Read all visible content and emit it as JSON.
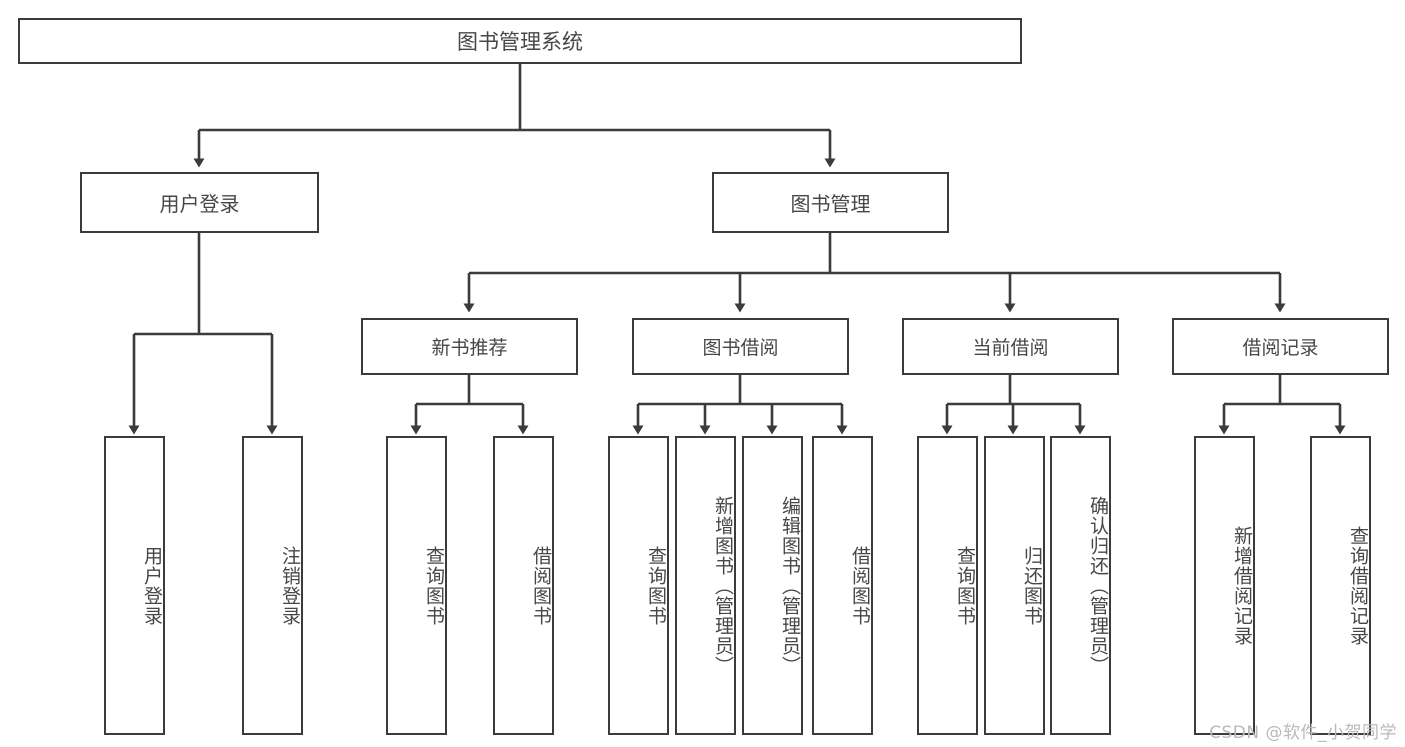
{
  "diagram": {
    "title": "图书管理系统",
    "type": "tree-hierarchy-diagram",
    "watermark": "CSDN @软件_小贺同学",
    "colors": {
      "border": "#3b3b3b",
      "text": "#474747",
      "background": "#ffffff",
      "watermark": "#b9b9b9"
    },
    "root": {
      "label": "图书管理系统"
    },
    "level1": [
      {
        "label": "用户登录"
      },
      {
        "label": "图书管理"
      }
    ],
    "level2": [
      {
        "label": "新书推荐"
      },
      {
        "label": "图书借阅"
      },
      {
        "label": "当前借阅"
      },
      {
        "label": "借阅记录"
      }
    ],
    "leaves": {
      "user_login": [
        {
          "label": "用户登录"
        },
        {
          "label": "注销登录"
        }
      ],
      "new_book_recommend": [
        {
          "label": "查询图书"
        },
        {
          "label": "借阅图书"
        }
      ],
      "book_borrow": [
        {
          "label": "查询图书"
        },
        {
          "label": "新增图书（管理员）"
        },
        {
          "label": "编辑图书（管理员）"
        },
        {
          "label": "借阅图书"
        }
      ],
      "current_borrow": [
        {
          "label": "查询图书"
        },
        {
          "label": "归还图书"
        },
        {
          "label": "确认归还（管理员）"
        }
      ],
      "borrow_record": [
        {
          "label": "新增借阅记录"
        },
        {
          "label": "查询借阅记录"
        }
      ]
    }
  }
}
